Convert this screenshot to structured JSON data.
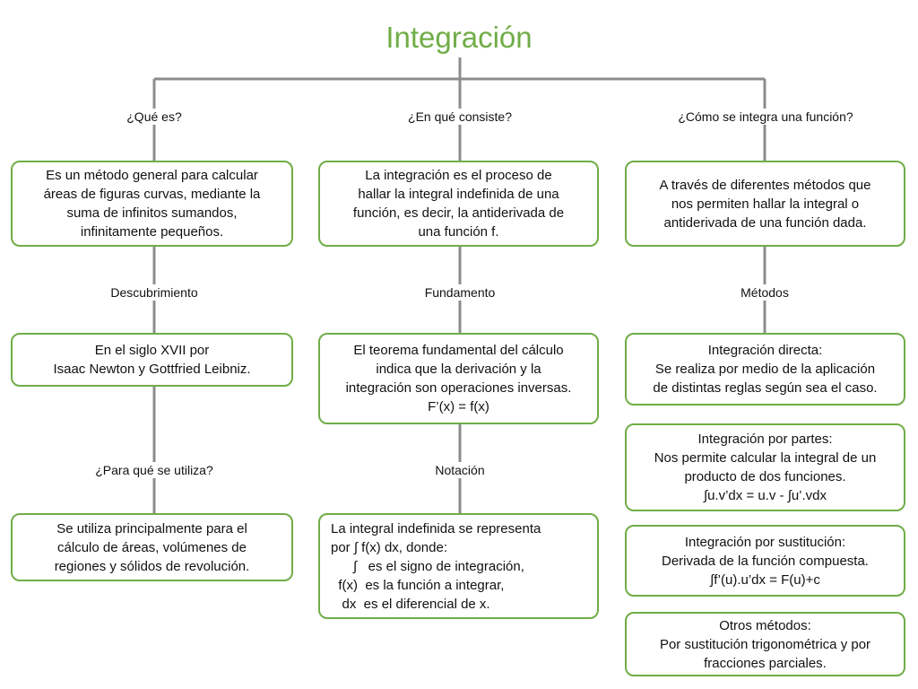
{
  "title": "Integración",
  "col1": {
    "question": "¿Qué es?",
    "answer": [
      "Es un método general para calcular",
      "áreas de figuras curvas, mediante la",
      "suma de infinitos sumandos,",
      "infinitamente pequeños."
    ],
    "sub1_label": "Descubrimiento",
    "sub1_box": [
      "En el siglo XVII por",
      "Isaac Newton y Gottfried Leibniz."
    ],
    "sub2_label": "¿Para qué se utiliza?",
    "sub2_box": [
      "Se utiliza principalmente para el",
      "cálculo de áreas, volúmenes de",
      "regiones y sólidos de revolución."
    ]
  },
  "col2": {
    "question": "¿En qué consiste?",
    "answer": [
      "La integración es el proceso de",
      "hallar la integral indefinida de una",
      "función, es decir, la antiderivada de",
      "una función f."
    ],
    "sub1_label": "Fundamento",
    "sub1_box": [
      "El teorema fundamental del cálculo",
      "indica que la derivación y la",
      "integración son operaciones inversas.",
      "F’(x) = f(x)"
    ],
    "sub2_label": "Notación",
    "sub2_box": [
      "La integral indefinida se representa",
      "por ∫ f(x) dx, donde:",
      "      ∫   es el signo de integración,",
      "  f(x)  es la función a integrar,",
      "   dx  es el diferencial de x."
    ]
  },
  "col3": {
    "question": "¿Cómo se integra una función?",
    "answer": [
      "A través de diferentes métodos que",
      "nos permiten hallar la integral o",
      "antiderivada de una función dada."
    ],
    "sub1_label": "Métodos",
    "methods": [
      [
        "Integración directa:",
        "Se realiza por medio de la aplicación",
        "de distintas reglas según sea el caso."
      ],
      [
        "Integración por partes:",
        "Nos permite calcular la integral de un",
        "producto de dos funciones.",
        "∫u.v’dx = u.v - ∫u’.vdx"
      ],
      [
        "Integración por sustitución:",
        "Derivada de la función compuesta.",
        "∫f’(u).u’dx = F(u)+c"
      ],
      [
        "Otros métodos:",
        "Por sustitución trigonométrica y por",
        "fracciones parciales."
      ]
    ]
  },
  "colors": {
    "accent": "#70ad47",
    "connector": "#8c8c8c"
  }
}
